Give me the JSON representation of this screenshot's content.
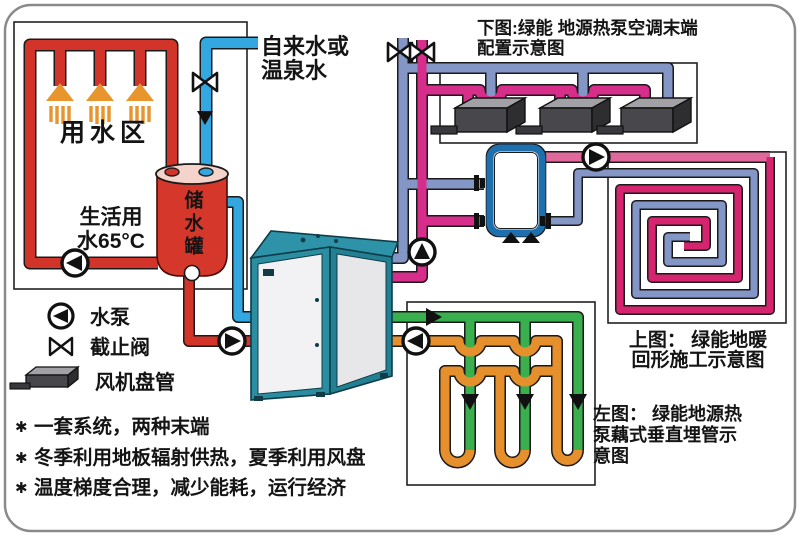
{
  "labels": {
    "water_area": "用水区",
    "domestic_water": [
      "生活用",
      "水65°C"
    ],
    "storage_tank": "储水罐",
    "source_water": [
      "自来水或",
      "温泉水"
    ],
    "fig_bottom": [
      "下图:绿能 地源热泵空调末端",
      "配置示意图"
    ],
    "fig_top": [
      "上图： 绿能地暖",
      "回形施工示意图"
    ],
    "fig_left": [
      "左图：  绿能地源热",
      "泵藕式垂直埋管示",
      "意图"
    ],
    "note_bullet": "✱"
  },
  "legend": {
    "items": [
      {
        "symbol": "pump-icon",
        "label": "水泵"
      },
      {
        "symbol": "stop-valve-icon",
        "label": "截止阀"
      },
      {
        "symbol": "fan-coil-icon",
        "label": "风机盘管"
      }
    ]
  },
  "notes": [
    "一套系统，两种末端",
    "冬季利用地板辐射供热，夏季利用风盘",
    "温度梯度合理，减少能耗，运行经济"
  ],
  "colors": {
    "dhw_red": "#d2342a",
    "tank_red": "#d6372b",
    "tap_blue": "#33a7e0",
    "chilled_steel_blue": "#8496c6",
    "heating_magenta": "#d62e8a",
    "floor_supply_pink": "#e0689a",
    "floor_spiral_pink": "#d6246e",
    "ground_supply_green": "#3aaf4e",
    "ground_return_orange": "#e68f2d",
    "heat_pump_teal": "#2a8da1",
    "buffer_tank_blue": "#1d6fae",
    "shower_orange": "#e8952e",
    "note_star": "#b5742f"
  }
}
